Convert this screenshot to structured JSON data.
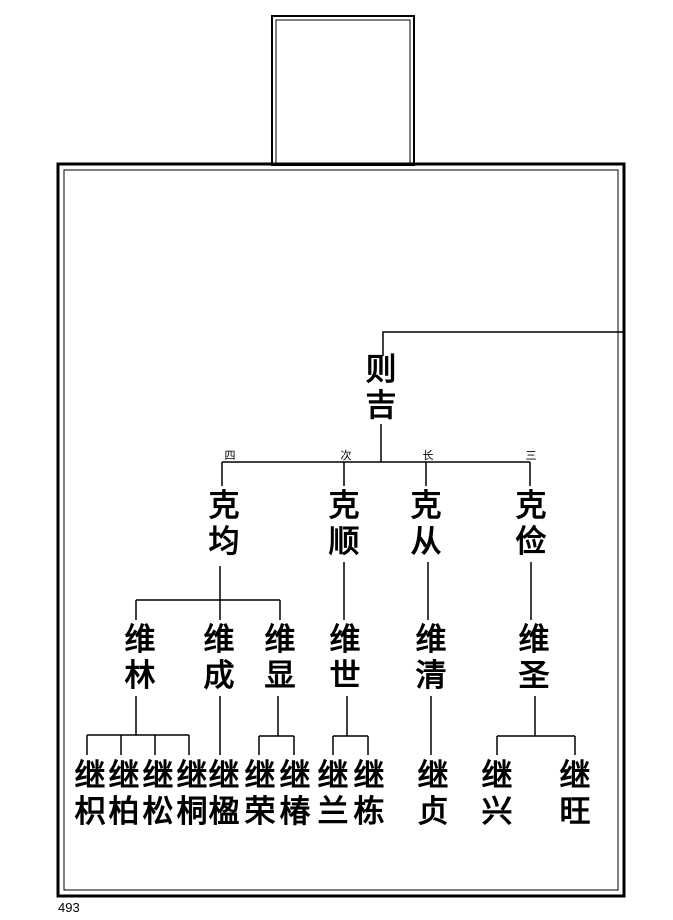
{
  "root": {
    "name": [
      "则",
      "吉"
    ]
  },
  "birth_order_labels": [
    "四",
    "次",
    "长",
    "三"
  ],
  "generation2": [
    {
      "name": [
        "克",
        "均"
      ]
    },
    {
      "name": [
        "克",
        "顺"
      ]
    },
    {
      "name": [
        "克",
        "从"
      ]
    },
    {
      "name": [
        "克",
        "俭"
      ]
    }
  ],
  "generation3": [
    {
      "name": [
        "维",
        "林"
      ]
    },
    {
      "name": [
        "维",
        "成"
      ]
    },
    {
      "name": [
        "维",
        "显"
      ]
    },
    {
      "name": [
        "维",
        "世"
      ]
    },
    {
      "name": [
        "维",
        "清"
      ]
    },
    {
      "name": [
        "维",
        "圣"
      ]
    }
  ],
  "generation4": [
    {
      "name": [
        "继",
        "枳"
      ]
    },
    {
      "name": [
        "继",
        "柏"
      ]
    },
    {
      "name": [
        "继",
        "松"
      ]
    },
    {
      "name": [
        "继",
        "桐"
      ]
    },
    {
      "name": [
        "继",
        "楹"
      ]
    },
    {
      "name": [
        "继",
        "荣"
      ]
    },
    {
      "name": [
        "继",
        "椿"
      ]
    },
    {
      "name": [
        "继",
        "兰"
      ]
    },
    {
      "name": [
        "继",
        "栋"
      ]
    },
    {
      "name": [
        "继",
        "贞"
      ]
    },
    {
      "name": [
        "继",
        "兴"
      ]
    },
    {
      "name": [
        "继",
        "旺"
      ]
    }
  ],
  "page_number": "493"
}
